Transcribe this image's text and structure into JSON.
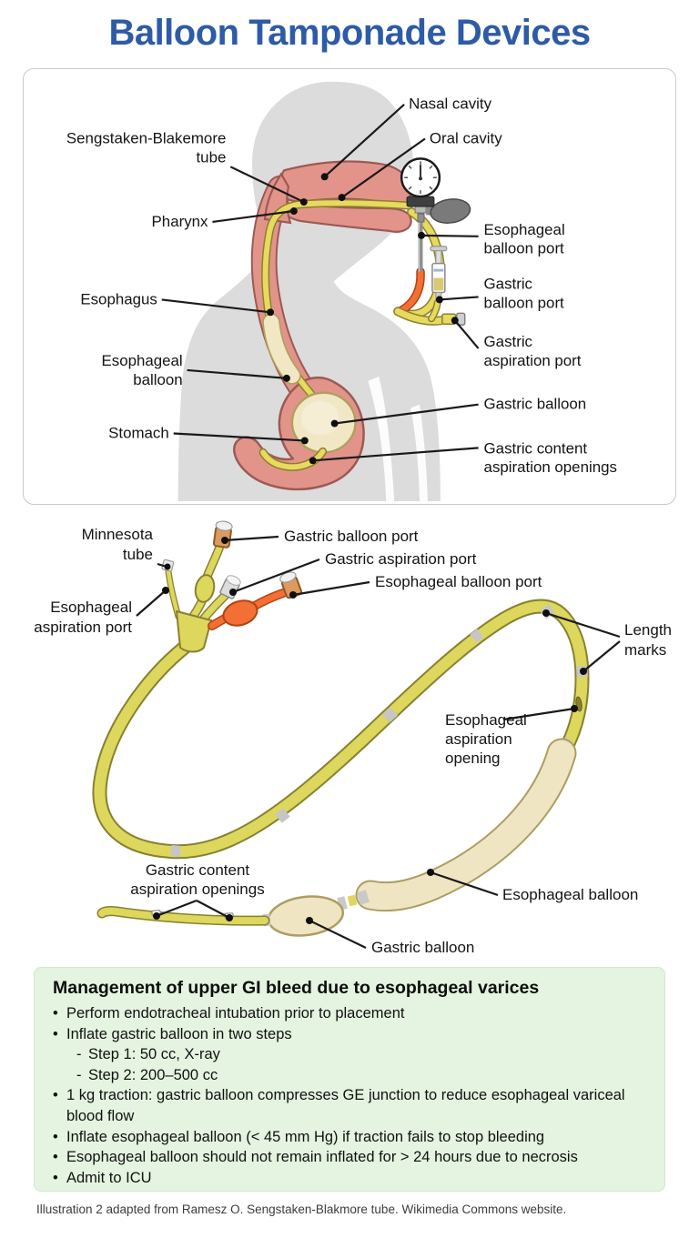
{
  "title": "Balloon Tamponade Devices",
  "colors": {
    "title_blue": "#2d5ba6",
    "tube_yellow": "#ddd75e",
    "tube_outline": "#87812f",
    "anatomy_pink": "#e2948b",
    "anatomy_outline": "#9c5a52",
    "balloon_cream": "#f0e5c3",
    "orange_tube": "#f26f35",
    "silhouette_gray": "#dcdcdc",
    "mgmt_green": "#e4f4e0"
  },
  "panel1": {
    "labels": {
      "sengstaken_blakemore_tube": [
        "Sengstaken-Blakemore",
        "tube"
      ],
      "pharynx": [
        "Pharynx"
      ],
      "esophagus": [
        "Esophagus"
      ],
      "esophageal_balloon": [
        "Esophageal",
        "balloon"
      ],
      "stomach": [
        "Stomach"
      ],
      "nasal_cavity": [
        "Nasal cavity"
      ],
      "oral_cavity": [
        "Oral cavity"
      ],
      "esophageal_balloon_port": [
        "Esophageal",
        "balloon port"
      ],
      "gastric_balloon_port": [
        "Gastric",
        "balloon port"
      ],
      "gastric_aspiration_port": [
        "Gastric",
        "aspiration port"
      ],
      "gastric_balloon": [
        "Gastric balloon"
      ],
      "gastric_content_aspiration_openings": [
        "Gastric content",
        "aspiration openings"
      ]
    }
  },
  "panel2": {
    "labels": {
      "minnesota_tube": [
        "Minnesota",
        "tube"
      ],
      "esophageal_aspiration_port": [
        "Esophageal",
        "aspiration port"
      ],
      "gastric_balloon_port": [
        "Gastric balloon port"
      ],
      "gastric_aspiration_port": [
        "Gastric aspiration port"
      ],
      "esophageal_balloon_port": [
        "Esophageal balloon port"
      ],
      "length_marks": [
        "Length",
        "marks"
      ],
      "esophageal_aspiration_opening": [
        "Esophageal",
        "aspiration",
        "opening"
      ],
      "esophageal_balloon": [
        "Esophageal balloon"
      ],
      "gastric_balloon": [
        "Gastric balloon"
      ],
      "gastric_content_aspiration_openings": [
        "Gastric content",
        "aspiration openings"
      ]
    }
  },
  "management": {
    "heading": "Management of upper GI bleed due to esophageal varices",
    "items": [
      {
        "marker": "•",
        "text": "Perform endotracheal intubation prior to placement"
      },
      {
        "marker": "•",
        "text": "Inflate gastric balloon in two steps"
      },
      {
        "marker": "-",
        "text": "Step 1: 50 cc, X-ray"
      },
      {
        "marker": "-",
        "text": "Step 2: 200–500 cc"
      },
      {
        "marker": "•",
        "text": "1 kg traction: gastric balloon compresses GE junction to reduce esophageal variceal blood flow"
      },
      {
        "marker": "•",
        "text": "Inflate esophageal balloon (< 45 mm Hg) if traction fails to stop bleeding"
      },
      {
        "marker": "•",
        "text": "Esophageal balloon should not remain inflated for > 24 hours due to necrosis"
      },
      {
        "marker": "•",
        "text": "Admit to ICU"
      }
    ]
  },
  "footer": "Illustration 2 adapted from Ramesz O. Sengstaken-Blakmore tube. Wikimedia Commons website."
}
